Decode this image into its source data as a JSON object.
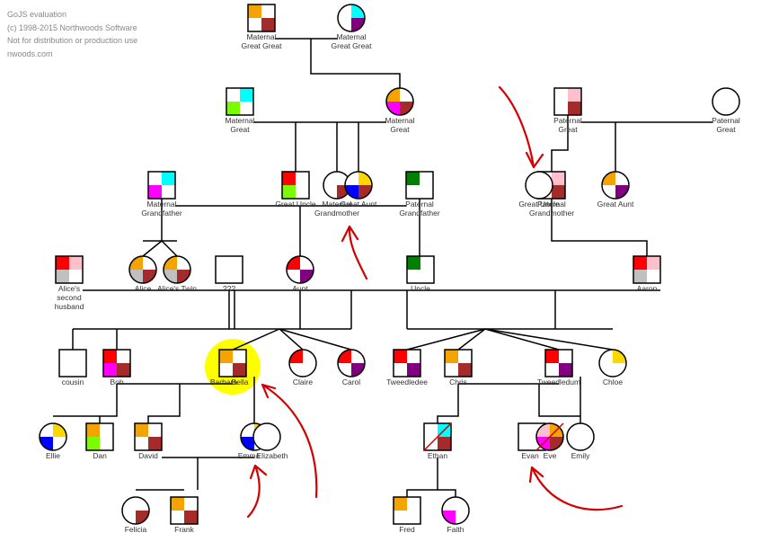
{
  "watermark": {
    "lines": [
      "GoJS evaluation",
      "(c) 1998-2015 Northwoods Software",
      "Not for distribution or production use",
      "nwoods.com"
    ]
  },
  "colors": {
    "line": "#000000",
    "annotation": "#d40000",
    "highlight": "#ffff00",
    "orange": "#f5a300",
    "brown": "#a52a2a",
    "cyan": "#00ffff",
    "purple": "#800080",
    "magenta": "#ff00ff",
    "green": "#008000",
    "red": "#ff0000",
    "pink": "#ffc0cb",
    "yellow": "#ffd700",
    "blue": "#0000ff",
    "lime": "#7cfc00",
    "gray": "#c0c0c0"
  },
  "people": [
    {
      "id": "mggf",
      "name": "Maternal Great Great",
      "shape": "square",
      "q": [
        "orange",
        "",
        "",
        "brown"
      ]
    },
    {
      "id": "mggm",
      "name": "Maternal Great Great",
      "shape": "circle",
      "q": [
        "",
        "cyan",
        "",
        "purple"
      ]
    },
    {
      "id": "mgf",
      "name": "Maternal Great",
      "shape": "square",
      "q": [
        "",
        "cyan",
        "lime",
        ""
      ]
    },
    {
      "id": "mgm",
      "name": "Maternal Great",
      "shape": "circle",
      "q": [
        "orange",
        "",
        "magenta",
        "brown"
      ]
    },
    {
      "id": "pgf",
      "name": "Paternal Great",
      "shape": "square",
      "q": [
        "",
        "pink",
        "",
        "brown"
      ]
    },
    {
      "id": "pgm",
      "name": "Paternal Great",
      "shape": "circle",
      "q": [
        "",
        "",
        "",
        ""
      ]
    },
    {
      "id": "mgfa",
      "name": "Maternal Grandfather",
      "shape": "square",
      "q": [
        "",
        "cyan",
        "magenta",
        ""
      ]
    },
    {
      "id": "guncle",
      "name": "Great Uncle",
      "shape": "square",
      "q": [
        "red",
        "",
        "lime",
        ""
      ]
    },
    {
      "id": "mgmo",
      "name": "Maternal Grandmother",
      "shape": "circle",
      "q": [
        "",
        "",
        "",
        "brown"
      ]
    },
    {
      "id": "gaunt1",
      "name": "Great Aunt",
      "shape": "circle",
      "q": [
        "",
        "yellow",
        "blue",
        "brown"
      ]
    },
    {
      "id": "pgfa",
      "name": "Paternal Grandfather",
      "shape": "square",
      "q": [
        "green",
        "",
        "",
        ""
      ]
    },
    {
      "id": "pgmo",
      "name": "Paternal Grandmother",
      "shape": "square",
      "q": [
        "",
        "pink",
        "",
        "brown"
      ]
    },
    {
      "id": "guncle2",
      "name": "Great Uncle",
      "shape": "circle",
      "q": [
        "",
        "",
        "",
        ""
      ]
    },
    {
      "id": "gaunt2",
      "name": "Great Aunt",
      "shape": "circle",
      "q": [
        "orange",
        "",
        "",
        "purple"
      ]
    },
    {
      "id": "hus2",
      "name": "Alice's second husband",
      "shape": "square",
      "q": [
        "red",
        "pink",
        "gray",
        ""
      ]
    },
    {
      "id": "alice",
      "name": "Alice",
      "shape": "circle",
      "q": [
        "orange",
        "",
        "gray",
        "brown"
      ]
    },
    {
      "id": "twin",
      "name": "Alice's Twin",
      "shape": "circle",
      "q": [
        "orange",
        "",
        "gray",
        "brown"
      ]
    },
    {
      "id": "unk",
      "name": "???",
      "shape": "square",
      "q": [
        "",
        "",
        "",
        ""
      ]
    },
    {
      "id": "aunt",
      "name": "Aunt",
      "shape": "circle",
      "q": [
        "red",
        "",
        "",
        "purple"
      ]
    },
    {
      "id": "uncle",
      "name": "Uncle",
      "shape": "square",
      "q": [
        "green",
        "",
        "",
        ""
      ]
    },
    {
      "id": "aaron",
      "name": "Aaron",
      "shape": "square",
      "q": [
        "red",
        "pink",
        "gray",
        ""
      ]
    },
    {
      "id": "cousin",
      "name": "cousin",
      "shape": "square",
      "q": [
        "",
        "",
        "",
        ""
      ]
    },
    {
      "id": "bob",
      "name": "Bob",
      "shape": "square",
      "q": [
        "red",
        "",
        "magenta",
        "brown"
      ]
    },
    {
      "id": "barbara",
      "name": "Barbara",
      "shape": "square",
      "q": [
        "orange",
        "",
        "",
        "brown"
      ]
    },
    {
      "id": "bella",
      "name": "Bella",
      "shape": "square",
      "q": [
        "",
        "",
        "",
        ""
      ]
    },
    {
      "id": "claire",
      "name": "Claire",
      "shape": "circle",
      "q": [
        "red",
        "",
        "",
        ""
      ]
    },
    {
      "id": "carol",
      "name": "Carol",
      "shape": "circle",
      "q": [
        "red",
        "",
        "",
        "purple"
      ]
    },
    {
      "id": "tweedledee",
      "name": "Tweedledee",
      "shape": "square",
      "q": [
        "red",
        "",
        "",
        "purple"
      ]
    },
    {
      "id": "chris",
      "name": "Chris",
      "shape": "square",
      "q": [
        "orange",
        "",
        "",
        "brown"
      ]
    },
    {
      "id": "tweedledum",
      "name": "Tweedledum",
      "shape": "square",
      "q": [
        "red",
        "",
        "",
        "purple"
      ]
    },
    {
      "id": "chloe",
      "name": "Chloe",
      "shape": "circle",
      "q": [
        "",
        "yellow",
        "",
        ""
      ]
    },
    {
      "id": "ellie",
      "name": "Ellie",
      "shape": "circle",
      "q": [
        "",
        "yellow",
        "blue",
        ""
      ]
    },
    {
      "id": "dan",
      "name": "Dan",
      "shape": "square",
      "q": [
        "orange",
        "",
        "lime",
        ""
      ]
    },
    {
      "id": "david",
      "name": "David",
      "shape": "square",
      "q": [
        "orange",
        "",
        "",
        "brown"
      ]
    },
    {
      "id": "emma",
      "name": "Emma",
      "shape": "circle",
      "q": [
        "",
        "yellow",
        "blue",
        ""
      ]
    },
    {
      "id": "elizabeth",
      "name": "Elizabeth",
      "shape": "circle",
      "q": [
        "",
        "",
        "",
        ""
      ]
    },
    {
      "id": "ethan",
      "name": "Ethan",
      "shape": "square",
      "q": [
        "",
        "cyan",
        "",
        "brown"
      ],
      "slash": true
    },
    {
      "id": "evan",
      "name": "Evan",
      "shape": "square",
      "q": [
        "",
        "",
        "",
        ""
      ]
    },
    {
      "id": "eve",
      "name": "Eve",
      "shape": "circle",
      "q": [
        "pink",
        "orange",
        "magenta",
        "brown"
      ],
      "slash": true
    },
    {
      "id": "emily",
      "name": "Emily",
      "shape": "circle",
      "q": [
        "",
        "",
        "",
        ""
      ]
    },
    {
      "id": "felicia",
      "name": "Felicia",
      "shape": "circle",
      "q": [
        "",
        "",
        "",
        "brown"
      ]
    },
    {
      "id": "frank",
      "name": "Frank",
      "shape": "square",
      "q": [
        "orange",
        "",
        "",
        "brown"
      ]
    },
    {
      "id": "fred",
      "name": "Fred",
      "shape": "square",
      "q": [
        "orange",
        "",
        "",
        ""
      ]
    },
    {
      "id": "faith",
      "name": "Faith",
      "shape": "circle",
      "q": [
        "",
        "",
        "magenta",
        ""
      ]
    }
  ]
}
